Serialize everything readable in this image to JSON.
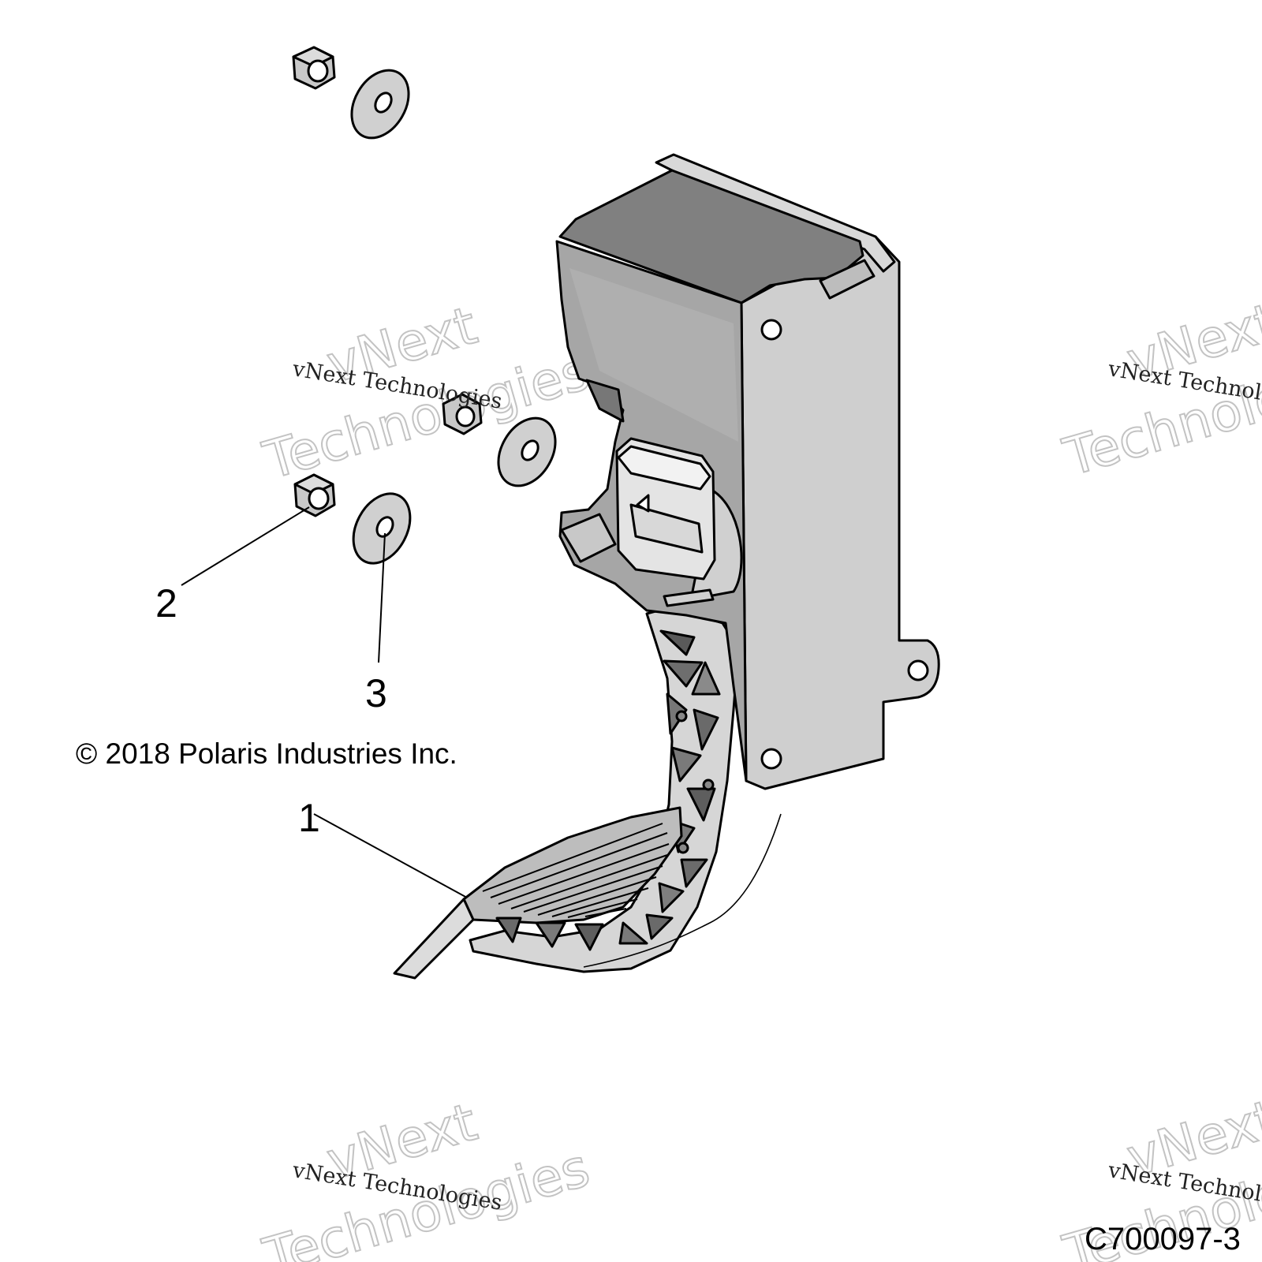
{
  "callouts": [
    {
      "label": "1"
    },
    {
      "label": "2"
    },
    {
      "label": "3"
    }
  ],
  "copyright": "© 2018 Polaris Industries Inc.",
  "drawing_code": "C700097-3",
  "watermark": {
    "small": "vNext Technologies",
    "big_line1": "vNext",
    "big_line2": "Technologies"
  },
  "colors": {
    "housing_dark": "#808080",
    "housing_mid": "#a6a6a6",
    "housing_light": "#c8c8c8",
    "plate": "#cdcdcd",
    "part_light": "#d0d0d0"
  }
}
